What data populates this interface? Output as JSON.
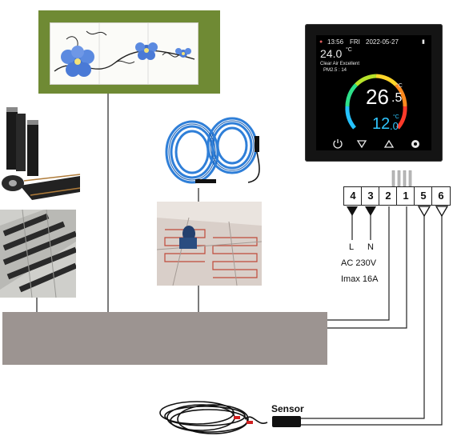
{
  "thermostat": {
    "time": "13:56",
    "day": "FRI",
    "date": "2022-05-27",
    "room_temp": "24.0",
    "room_unit": "°C",
    "air_text": "Clear  Air Excellent",
    "pm_text": "PM2.5 : 14",
    "main_temp_int": "26",
    "main_temp_dec": ".5",
    "main_unit": "°C",
    "set_temp_int": "12",
    "set_temp_dec": ".0",
    "set_unit": "°C",
    "icons": [
      "power-icon",
      "down-arrow-icon",
      "up-arrow-icon",
      "gear-icon"
    ]
  },
  "terminals": [
    {
      "label": "4"
    },
    {
      "label": "3"
    },
    {
      "label": "2"
    },
    {
      "label": "1"
    },
    {
      "label": "5"
    },
    {
      "label": "6"
    }
  ],
  "power": {
    "l_label": "L",
    "n_label": "N",
    "ac_label": "AC 230V",
    "imax_label": "Imax 16A"
  },
  "sensor": {
    "label": "Sensor"
  },
  "colors": {
    "controller_box": "#9c9491",
    "panel_frame": "#6f8a34",
    "cable_blue": "#2f7fd8",
    "heating_red": "#c0392b"
  }
}
